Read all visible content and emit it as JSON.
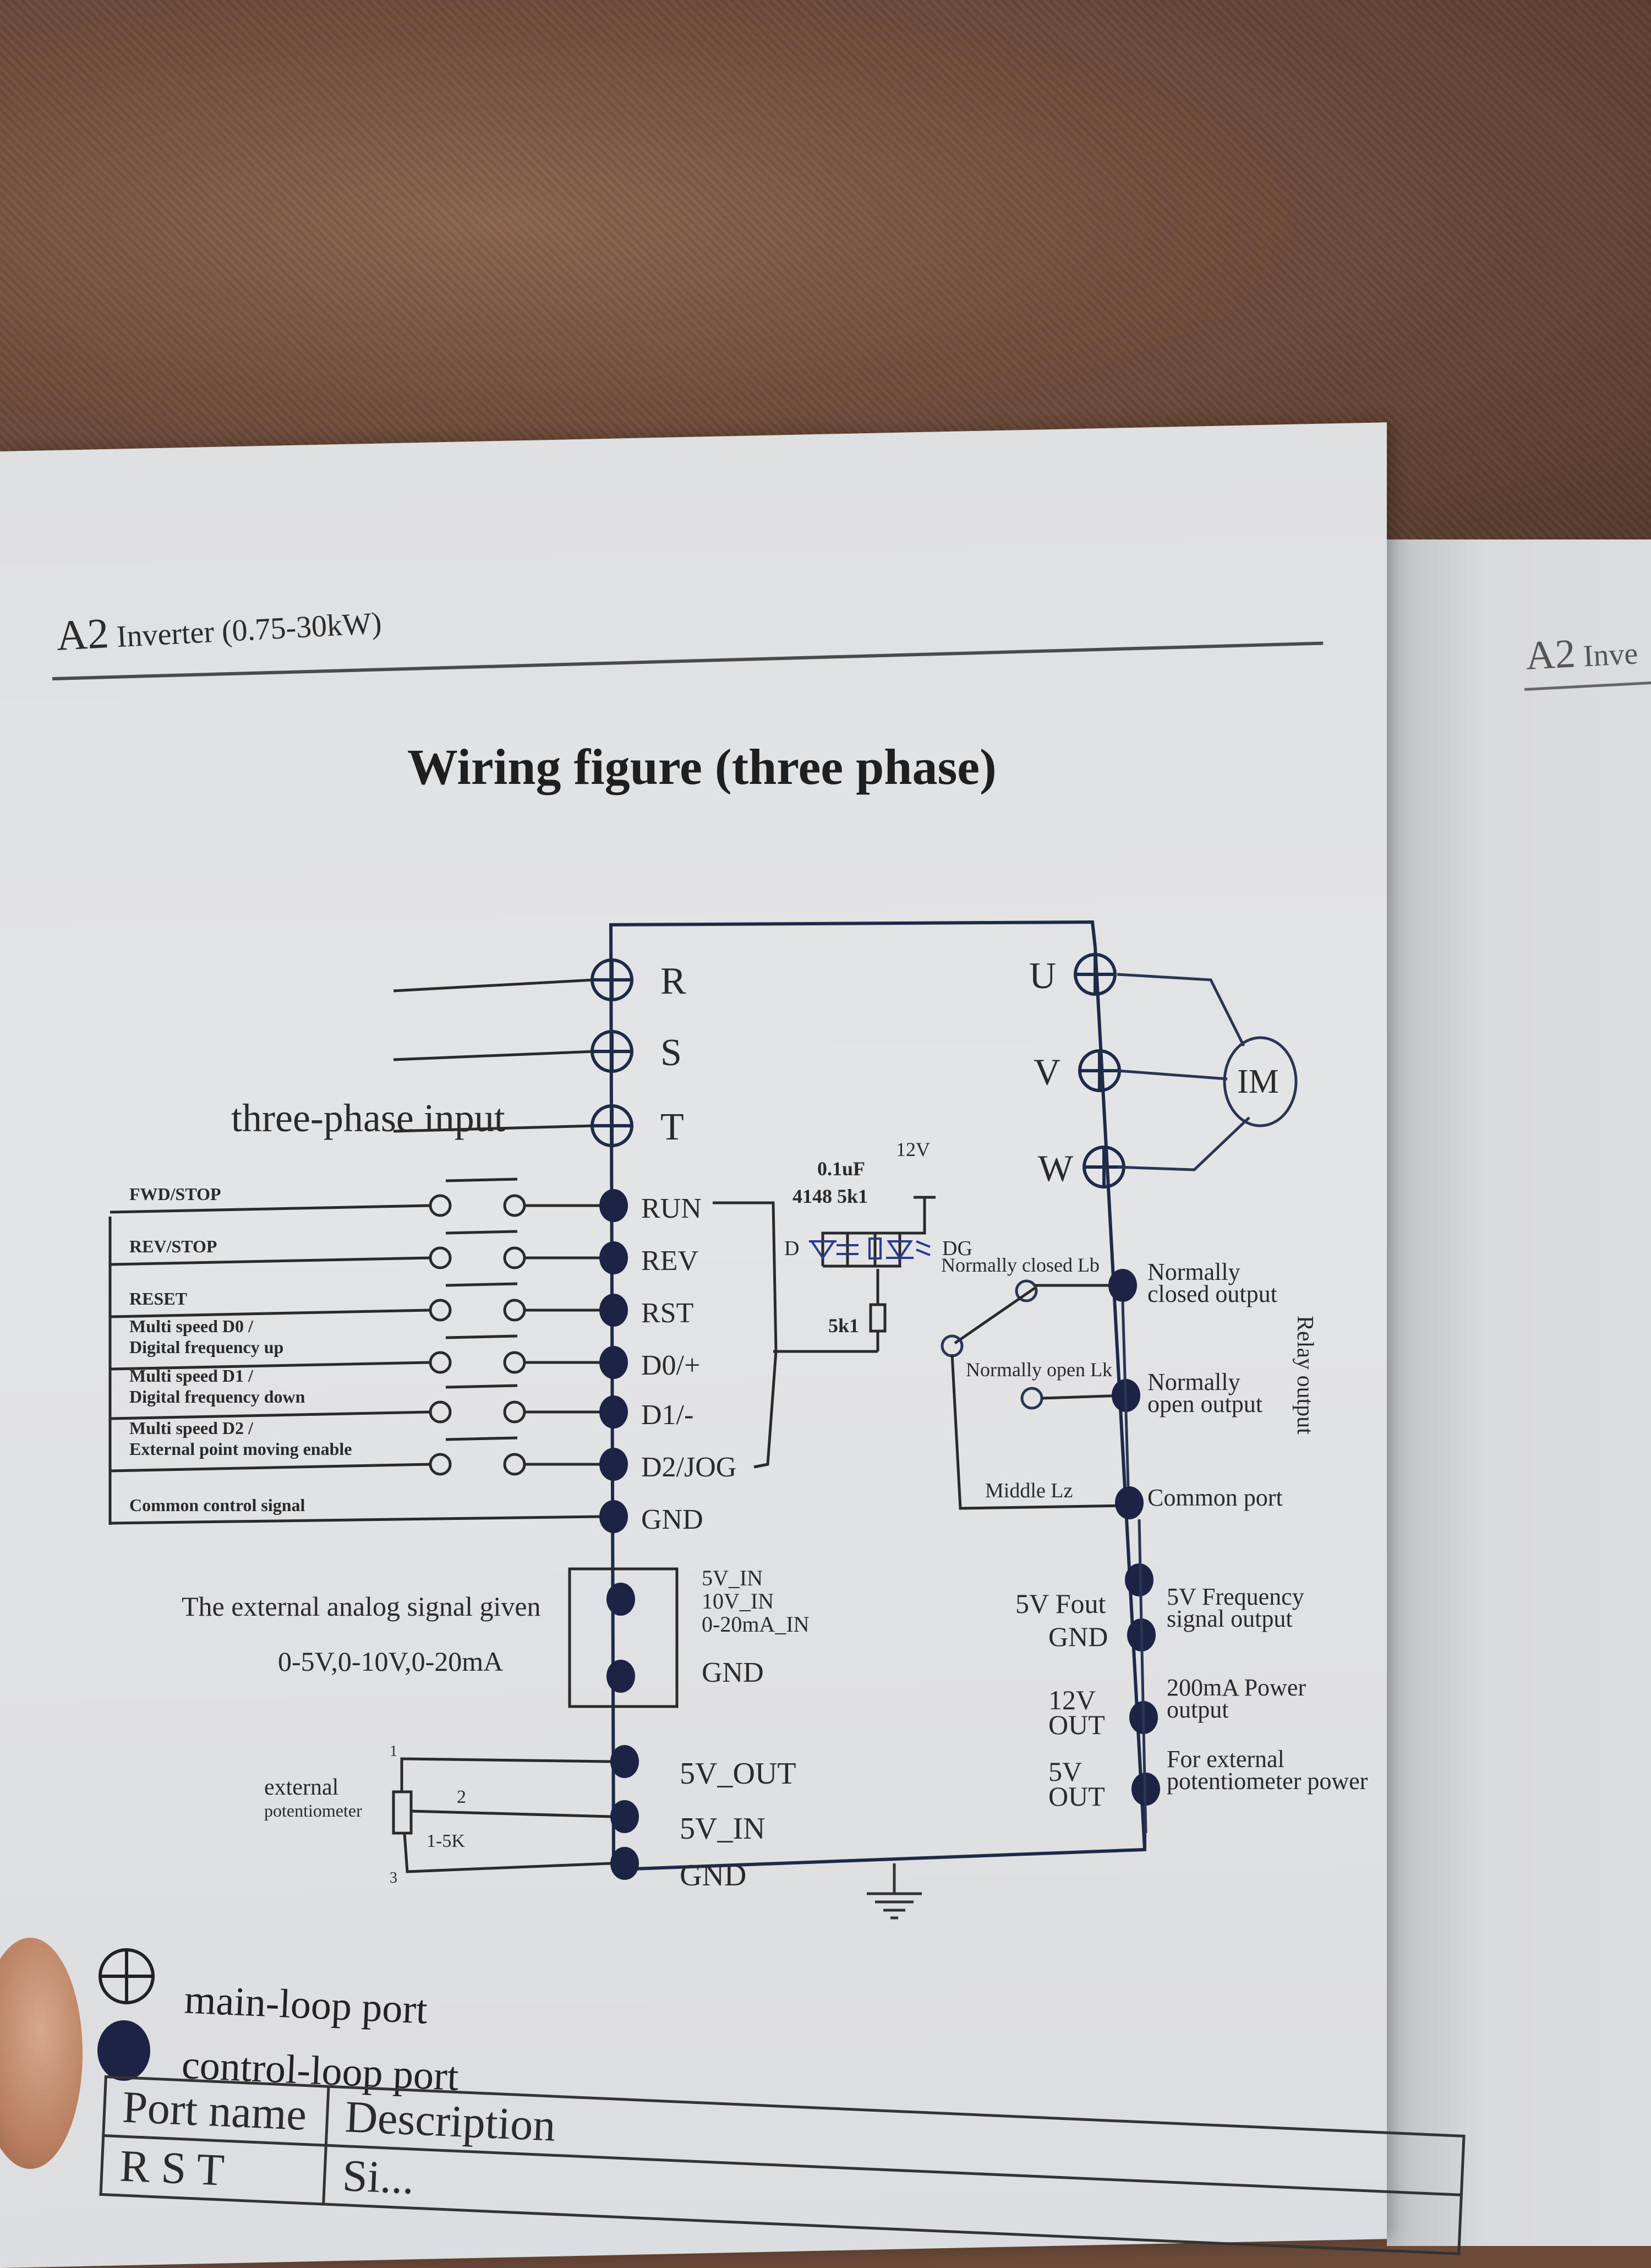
{
  "header": {
    "left": {
      "model": "A2",
      "title": "Inverter (0.75-30kW)"
    },
    "right": {
      "model": "A2",
      "title": "Inve"
    }
  },
  "page_title": "Wiring figure (three phase)",
  "main_input": {
    "label": "three-phase input",
    "terminals": [
      "R",
      "S",
      "T"
    ]
  },
  "motor_output": {
    "terminals": [
      "U",
      "V",
      "W"
    ],
    "motor_label": "IM"
  },
  "digital_inputs": {
    "terminals": [
      "RUN",
      "REV",
      "RST",
      "D0/+",
      "D1/-",
      "D2/JOG",
      "GND"
    ],
    "functions": [
      [
        "FWD/STOP"
      ],
      [
        "REV/STOP"
      ],
      [
        "RESET"
      ],
      [
        "Multi speed D0 /",
        "Digital frequency  up"
      ],
      [
        "Multi speed D1 /",
        "Digital frequency  down"
      ],
      [
        "Multi speed D2 /",
        "External point moving enable"
      ],
      [
        "Common control signal"
      ]
    ]
  },
  "input_circuit": {
    "capacitor": "0.1uF",
    "supply": "12V",
    "parts": "4148 5k1",
    "diode_label": "D",
    "led_label": "DG",
    "series_resistor": "5k1"
  },
  "relay": {
    "section_label": "Relay output",
    "nc_contact": "Normally closed Lb",
    "no_contact": "Normally open Lk",
    "middle": "Middle Lz",
    "outputs": [
      {
        "name": "Normally closed output"
      },
      {
        "name": "Normally open output"
      },
      {
        "name": "Common port"
      }
    ]
  },
  "analog_input": {
    "description": "The external analog signal given",
    "ranges": "0-5V,0-10V,0-20mA",
    "terminals": [
      {
        "name": [
          "5V_IN",
          "10V_IN",
          "0-20mA_IN"
        ]
      },
      {
        "name": [
          "GND"
        ]
      }
    ]
  },
  "potentiometer": {
    "label": [
      "external",
      "potentiometer"
    ],
    "value": "1-5K",
    "pins": [
      "1",
      "2",
      "3"
    ],
    "terminals": [
      "5V_OUT",
      "5V_IN",
      "GND"
    ]
  },
  "power_outputs": [
    {
      "terminal": [
        "5V Fout"
      ],
      "description": [
        "5V Frequency",
        "signal output"
      ]
    },
    {
      "terminal": [
        "GND"
      ],
      "description": []
    },
    {
      "terminal": [
        "12V",
        "OUT"
      ],
      "description": [
        "200mA Power",
        "output"
      ]
    },
    {
      "terminal": [
        "5V",
        "OUT"
      ],
      "description": [
        "For external",
        "potentiometer power"
      ]
    }
  ],
  "legend": [
    {
      "icon": "main-loop-port-icon",
      "label": "main-loop port"
    },
    {
      "icon": "control-loop-port-icon",
      "label": "control-loop port"
    }
  ],
  "port_table": {
    "headers": [
      "Port name",
      "Description"
    ],
    "rows": [
      {
        "port": "R  S  T",
        "description": "Si..."
      }
    ]
  },
  "colors": {
    "wire": "#1d2a4a",
    "control_dot": "#1c2344",
    "paper": "#e0e1e3"
  }
}
